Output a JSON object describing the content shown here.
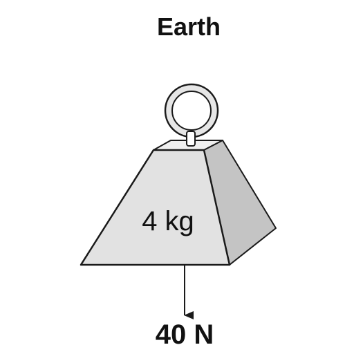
{
  "title": "Earth",
  "mass_label": "4 kg",
  "force_label": "40 N",
  "colors": {
    "front_face": "#e2e2e2",
    "side_face": "#c4c4c4",
    "top_face": "#efefef",
    "outline": "#1a1a1a",
    "ring": "#e6e6e6"
  }
}
